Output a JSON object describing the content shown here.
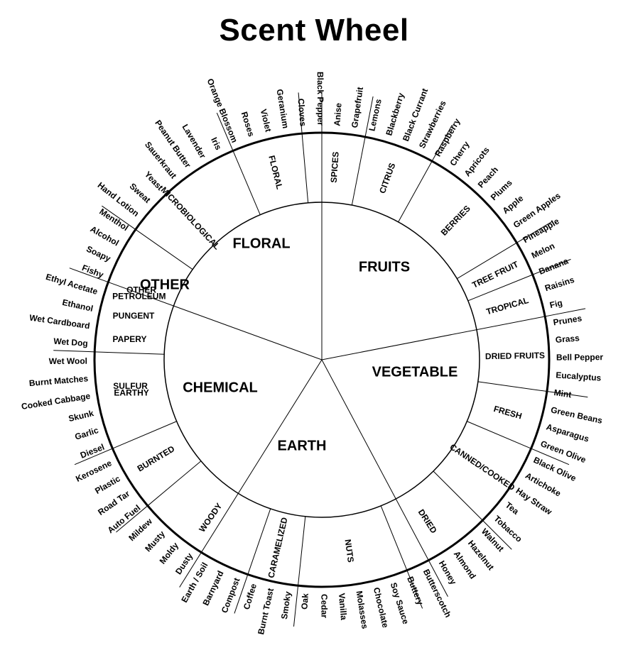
{
  "title": "Scent Wheel",
  "inner": [
    "FLORAL",
    "FRUITS",
    "VEGETABLE",
    "EARTH",
    "CHEMICAL",
    "OTHER"
  ],
  "mid": [
    "FLORAL",
    "SPICES",
    "CITRUS",
    "BERRIES",
    "TREE FRUIT",
    "TROPICAL",
    "DRIED FRUITS",
    "FRESH",
    "CANNED/COOKED",
    "DRIED",
    "NUTS",
    "CARAMELIZED",
    "WOODY",
    "BURNTED",
    "EARTHY",
    "PETROLEUM",
    "SULFUR",
    "PAPERY",
    "PUNGENT",
    "OTHER",
    "MICROBIOLOGICAL"
  ],
  "outer": [
    "Orange Blossom",
    "Roses",
    "Violet",
    "Geranium",
    "Cloves",
    "Black Pepper",
    "Anise",
    "Grapefruit",
    "Lemons",
    "Blackberry",
    "Black Currant",
    "Strawberries",
    "Raspberry",
    "Cherry",
    "Apricots",
    "Peach",
    "Plums",
    "Apple",
    "Green Apples",
    "Pineapple",
    "Melon",
    "Banana",
    "Raisins",
    "Fig",
    "Prunes",
    "Grass",
    "Bell Pepper",
    "Eucalyptus",
    "Mint",
    "Green Beans",
    "Asparagus",
    "Green Olive",
    "Black Olive",
    "Artichoke",
    "Hay Straw",
    "Tea",
    "Tobacco",
    "Walnut",
    "Hazelnut",
    "Almond",
    "Honey",
    "Butterscotch",
    "Buttery",
    "Soy Sauce",
    "Chocolate",
    "Molasses",
    "Vanilla",
    "Cedar",
    "Oak",
    "Smoky",
    "Burnt Toast",
    "Coffee",
    "Compost",
    "Barnyard",
    "Earth / Soil",
    "Dusty",
    "Moldy",
    "Musty",
    "Mildew",
    "Auto Fuel",
    "Road Tar",
    "Plastic",
    "Kerosene",
    "Diesel",
    "Garlic",
    "Skunk",
    "Cooked Cabbage",
    "Burnt Matches",
    "Wet Wool",
    "Wet Dog",
    "Wet Cardboard",
    "Ethanol",
    "Ethyl Acetate",
    "Fishy",
    "Soapy",
    "Alcohol",
    "Menthol",
    "Hand Lotion",
    "Sweat",
    "Yeast",
    "Sauerkraut",
    "Peanut Butter",
    "Lavender",
    "Iris"
  ]
}
